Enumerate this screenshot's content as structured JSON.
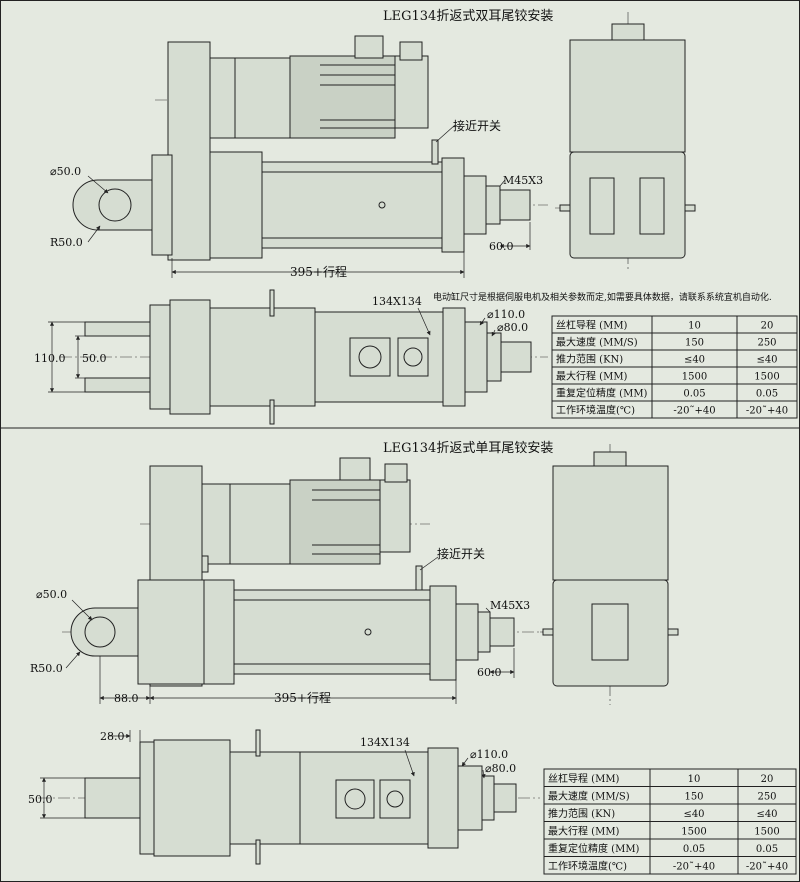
{
  "colors": {
    "background": "#e4e9e0",
    "line": "#222222",
    "part": "#d6ddd2"
  },
  "note": "电动缸尺寸是根据伺服电机及相关参数而定,如需要具体数据，请联系系统宜机自动化.",
  "sections": [
    {
      "title": "LEG134折返式双耳尾铰安装",
      "labels": {
        "proximity_switch": "接近开关",
        "thread": "M45X3",
        "rod_end": "60.0",
        "hole_diameter": "⌀50.0",
        "ear_radius": "R50.0",
        "stroke_length": "395+行程",
        "flange_size": "134X134",
        "outer_diameter": "⌀110.0",
        "inner_diameter": "⌀80.0",
        "fork_width": "110.0",
        "fork_gap": "50.0"
      },
      "table": {
        "rows": [
          [
            "丝杠导程 (MM)",
            "10",
            "20"
          ],
          [
            "最大速度 (MM/S)",
            "150",
            "250"
          ],
          [
            "推力范围 (KN)",
            "≤40",
            "≤40"
          ],
          [
            "最大行程 (MM)",
            "1500",
            "1500"
          ],
          [
            "重复定位精度 (MM)",
            "0.05",
            "0.05"
          ],
          [
            "工作环境温度(℃)",
            "-20˜+40",
            "-20˜+40"
          ]
        ]
      }
    },
    {
      "title": "LEG134折返式单耳尾铰安装",
      "labels": {
        "proximity_switch": "接近开关",
        "thread": "M45X3",
        "rod_end": "60.0",
        "hole_diameter": "⌀50.0",
        "ear_radius": "R50.0",
        "ear_offset": "88.0",
        "stroke_length": "395+行程",
        "ear_thickness": "28.0",
        "flange_size": "134X134",
        "outer_diameter": "⌀110.0",
        "inner_diameter": "⌀80.0",
        "ear_width": "50.0"
      },
      "table": {
        "rows": [
          [
            "丝杠导程 (MM)",
            "10",
            "20"
          ],
          [
            "最大速度 (MM/S)",
            "150",
            "250"
          ],
          [
            "推力范围 (KN)",
            "≤40",
            "≤40"
          ],
          [
            "最大行程 (MM)",
            "1500",
            "1500"
          ],
          [
            "重复定位精度 (MM)",
            "0.05",
            "0.05"
          ],
          [
            "工作环境温度(℃)",
            "-20˜+40",
            "-20˜+40"
          ]
        ]
      }
    }
  ]
}
